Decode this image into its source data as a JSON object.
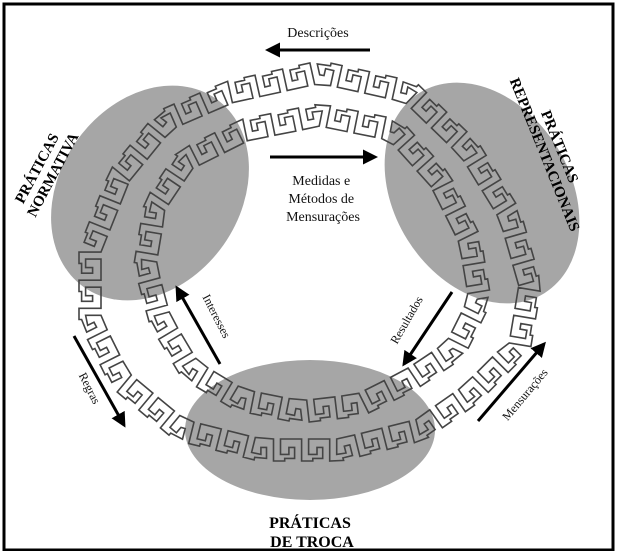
{
  "diagram": {
    "nodes": {
      "normativa": {
        "line1": "PRÁTICAS",
        "line2": "NORMATIVA"
      },
      "representacionais": {
        "line1": "PRÁTICAS",
        "line2": "REPRESENTACIONAIS"
      },
      "troca": {
        "line1": "PRÁTICAS",
        "line2": "DE TROCA"
      }
    },
    "flows": {
      "descricoes": "Descrições",
      "medidas_1": "Medidas e",
      "medidas_2": "Métodos de",
      "medidas_3": "Mensurações",
      "interesses": "Interesses",
      "regras": "Regras",
      "resultados": "Resultados",
      "mensuracoes": "Mensurações"
    },
    "colors": {
      "ellipse_fill": "#a6a6a6",
      "band_stroke": "#444444",
      "arrow": "#000000",
      "frame": "#000000"
    }
  }
}
